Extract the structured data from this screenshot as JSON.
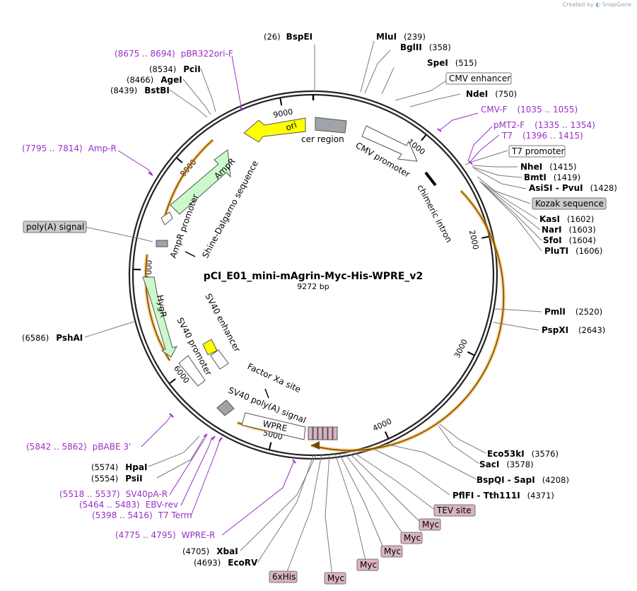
{
  "credit": {
    "created_by": "Created by",
    "brand": "SnapGene"
  },
  "map": {
    "name": "pCI_E01_mini-mAgrin-Myc-His-WPRE_v2",
    "length": "9272 bp",
    "ticks": [
      "1000",
      "2000",
      "3000",
      "4000",
      "5000",
      "6000",
      "7000",
      "8000",
      "9000"
    ]
  },
  "enzymes": [
    {
      "pos": "(26)",
      "name": "BspEI"
    },
    {
      "pos": "(239)",
      "name": "MluI"
    },
    {
      "pos": "(358)",
      "name": "BglII"
    },
    {
      "pos": "(515)",
      "name": "SpeI"
    },
    {
      "pos": "(750)",
      "name": "NdeI"
    },
    {
      "pos": "(1415)",
      "name": "NheI"
    },
    {
      "pos": "(1419)",
      "name": "BmtI"
    },
    {
      "pos": "(1428)",
      "name": "AsiSI - PvuI"
    },
    {
      "pos": "(1602)",
      "name": "KasI"
    },
    {
      "pos": "(1603)",
      "name": "NarI"
    },
    {
      "pos": "(1604)",
      "name": "SfoI"
    },
    {
      "pos": "(1606)",
      "name": "PluTI"
    },
    {
      "pos": "(2520)",
      "name": "PmlI"
    },
    {
      "pos": "(2643)",
      "name": "PspXI"
    },
    {
      "pos": "(3576)",
      "name": "Eco53kI"
    },
    {
      "pos": "(3578)",
      "name": "SacI"
    },
    {
      "pos": "(4208)",
      "name": "BspQI - SapI"
    },
    {
      "pos": "(4371)",
      "name": "PflFI - Tth111I"
    },
    {
      "pos": "(4705)",
      "name": "XbaI"
    },
    {
      "pos": "(4693)",
      "name": "EcoRV"
    },
    {
      "pos": "(5574)",
      "name": "HpaI"
    },
    {
      "pos": "(5554)",
      "name": "PsiI"
    },
    {
      "pos": "(6586)",
      "name": "PshAI"
    },
    {
      "pos": "(8534)",
      "name": "PciI"
    },
    {
      "pos": "(8466)",
      "name": "AgeI"
    },
    {
      "pos": "(8439)",
      "name": "BstBI"
    }
  ],
  "primers": [
    {
      "name": "pBR322ori-F",
      "range": "(8675 .. 8694)"
    },
    {
      "name": "CMV-F",
      "range": "(1035 .. 1055)"
    },
    {
      "name": "pMT2-F",
      "range": "(1335 .. 1354)"
    },
    {
      "name": "T7",
      "range": "(1396 .. 1415)"
    },
    {
      "name": "Amp-R",
      "range": "(7795 .. 7814)"
    },
    {
      "name": "pBABE 3'",
      "range": "(5842 .. 5862)"
    },
    {
      "name": "SV40pA-R",
      "range": "(5518 .. 5537)"
    },
    {
      "name": "EBV-rev",
      "range": "(5464 .. 5483)"
    },
    {
      "name": "T7 Term",
      "range": "(5398 .. 5416)"
    },
    {
      "name": "WPRE-R",
      "range": "(4775 .. 4795)"
    }
  ],
  "boxed_features": [
    {
      "label": "CMV enhancer",
      "style": "white"
    },
    {
      "label": "T7 promoter",
      "style": "white"
    },
    {
      "label": "Kozak sequence",
      "style": "gray"
    },
    {
      "label": "poly(A) signal",
      "style": "gray"
    },
    {
      "label": "TEV site",
      "style": "pink"
    },
    {
      "label": "Myc",
      "style": "pink"
    },
    {
      "label": "Myc",
      "style": "pink"
    },
    {
      "label": "Myc",
      "style": "pink"
    },
    {
      "label": "Myc",
      "style": "pink"
    },
    {
      "label": "6xHis",
      "style": "pink"
    },
    {
      "label": "Myc",
      "style": "pink"
    }
  ],
  "features": [
    {
      "label": "ori"
    },
    {
      "label": "cer region"
    },
    {
      "label": "CMV promoter"
    },
    {
      "label": "chimeric intron"
    },
    {
      "label": "AmpR"
    },
    {
      "label": "AmpR promoter"
    },
    {
      "label": "Shine-Dalgarno sequence"
    },
    {
      "label": "HygR"
    },
    {
      "label": "SV40 promoter"
    },
    {
      "label": "SV40 enhancer"
    },
    {
      "label": "Factor Xa site"
    },
    {
      "label": "SV40 poly(A) signal"
    },
    {
      "label": "WPRE"
    }
  ],
  "colors": {
    "primer": "#9b2ec6",
    "ori": "#ffff00",
    "resistance": "#ccf9cc",
    "orf": "#f7a11a",
    "gray_feature": "#a0a4a8",
    "pink_feature": "#dab3c2"
  }
}
